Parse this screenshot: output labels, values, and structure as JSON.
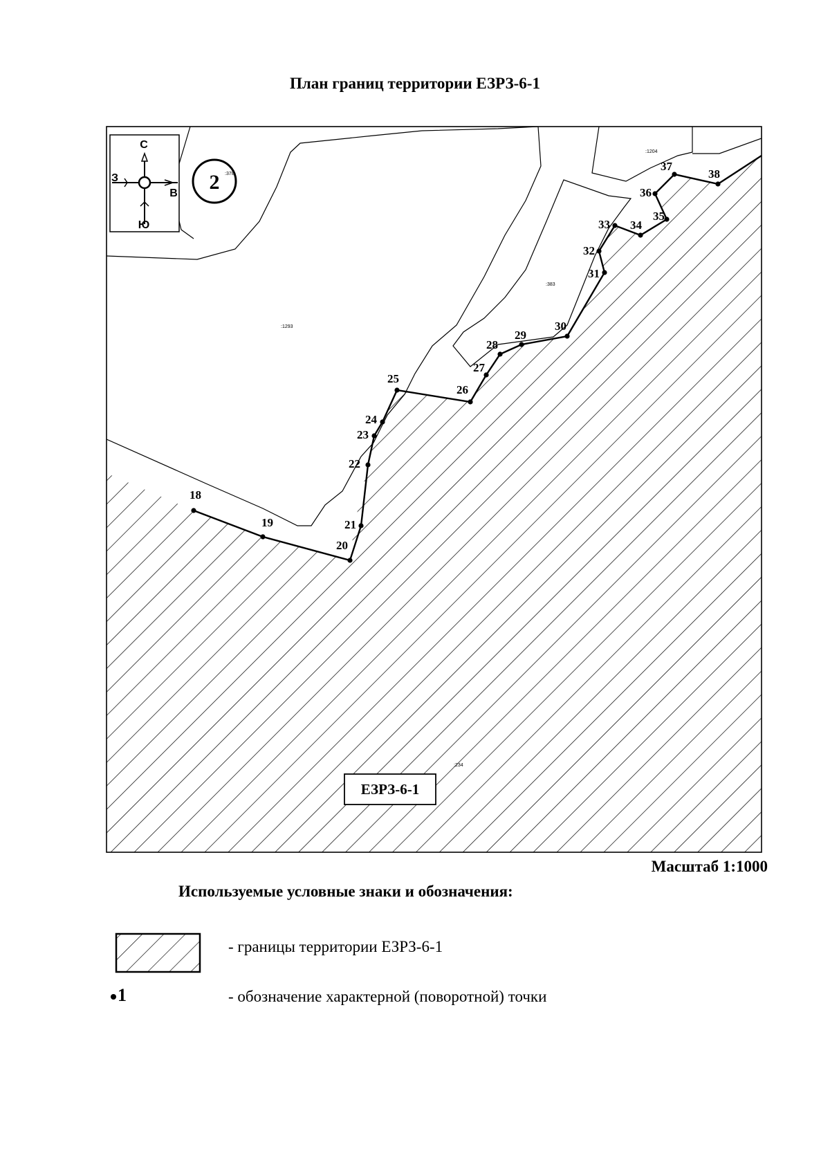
{
  "title": "План границ территории ЕЗРЗ-6-1",
  "compass": {
    "north": "С",
    "south": "Ю",
    "west": "З",
    "east": "В"
  },
  "zone_number": "2",
  "parcels": [
    {
      "id": "1293",
      "label": ":1293"
    },
    {
      "id": "383",
      "label": ":383"
    },
    {
      "id": "1204",
      "label": ":1204"
    },
    {
      "id": "378",
      "label": ":378"
    },
    {
      "id": "234",
      "label": ":234"
    }
  ],
  "territory_label": "ЕЗРЗ-6-1",
  "points": [
    "18",
    "19",
    "20",
    "21",
    "22",
    "23",
    "24",
    "25",
    "26",
    "27",
    "28",
    "29",
    "30",
    "31",
    "32",
    "33",
    "34",
    "35",
    "36",
    "37",
    "38"
  ],
  "scale": "Масштаб 1:1000",
  "legend": {
    "title": "Используемые условные знаки и обозначения:",
    "items": [
      {
        "symbol": "hatch",
        "text": "- границы территории ЕЗРЗ-6-1"
      },
      {
        "symbol": "point",
        "symbol_label": "1",
        "text": "- обозначение характерной (поворотной) точки"
      }
    ]
  }
}
